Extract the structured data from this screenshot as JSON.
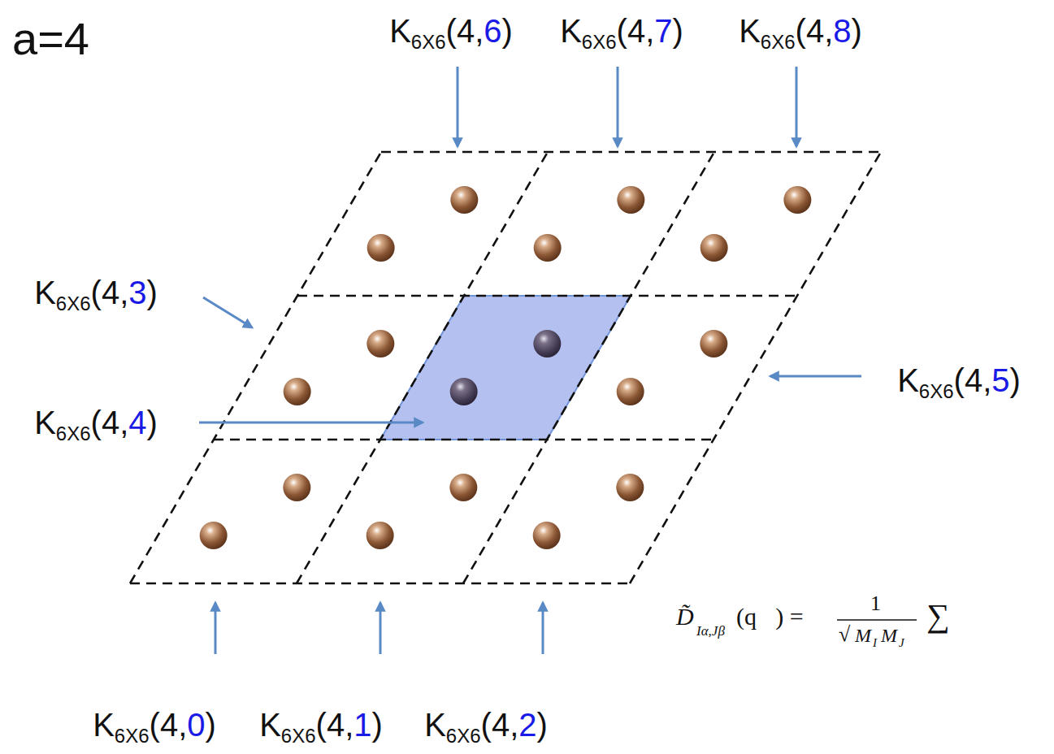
{
  "diagram": {
    "labels": [
      "a=4",
      "K6X6(4,6)",
      "K6X6(4,7)",
      "K6X6(4,8)",
      "K6X6(4,3)",
      "K6X6(4,5)",
      "K6X6(4,4)",
      "K6X6(4,0)",
      "K6X6(4,1)",
      "K6X6(4,2)",
      "D̃",
      "Iα,Jβ",
      "(q⃗) =",
      "1",
      "√",
      "M",
      "I",
      "M",
      "J",
      "∑"
    ]
  }
}
